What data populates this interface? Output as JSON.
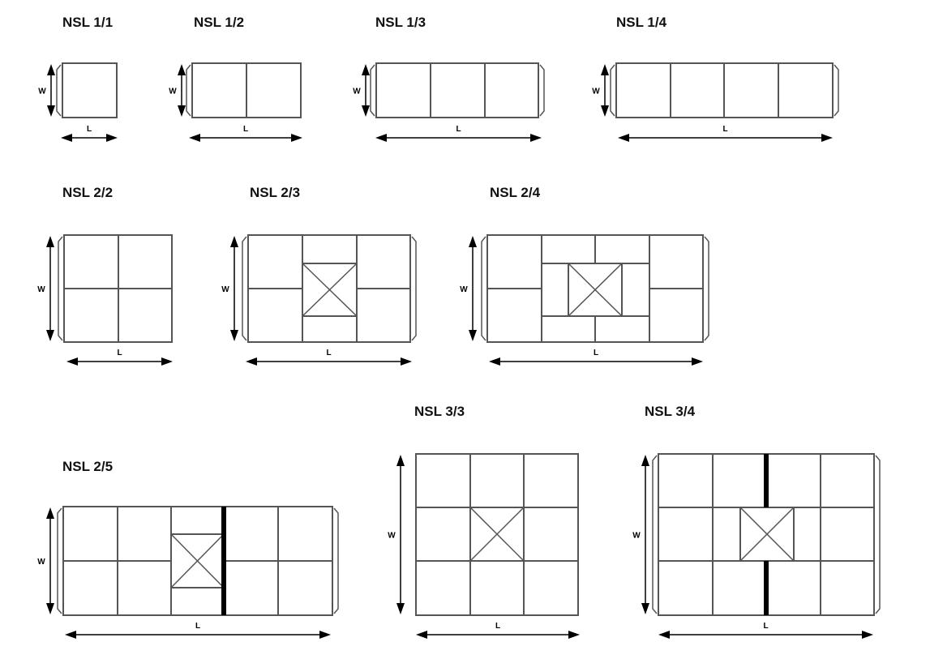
{
  "dimension_labels": {
    "width": "W",
    "length": "L"
  },
  "diagrams": [
    {
      "id": "nsl-1-1",
      "title": "NSL 1/1"
    },
    {
      "id": "nsl-1-2",
      "title": "NSL 1/2"
    },
    {
      "id": "nsl-1-3",
      "title": "NSL 1/3"
    },
    {
      "id": "nsl-1-4",
      "title": "NSL 1/4"
    },
    {
      "id": "nsl-2-2",
      "title": "NSL 2/2"
    },
    {
      "id": "nsl-2-3",
      "title": "NSL 2/3"
    },
    {
      "id": "nsl-2-4",
      "title": "NSL 2/4"
    },
    {
      "id": "nsl-2-5",
      "title": "NSL 2/5"
    },
    {
      "id": "nsl-3-3",
      "title": "NSL 3/3"
    },
    {
      "id": "nsl-3-4",
      "title": "NSL 3/4"
    }
  ],
  "colors": {
    "line": "#555555",
    "arrow": "#000000",
    "bar": "#000000"
  }
}
